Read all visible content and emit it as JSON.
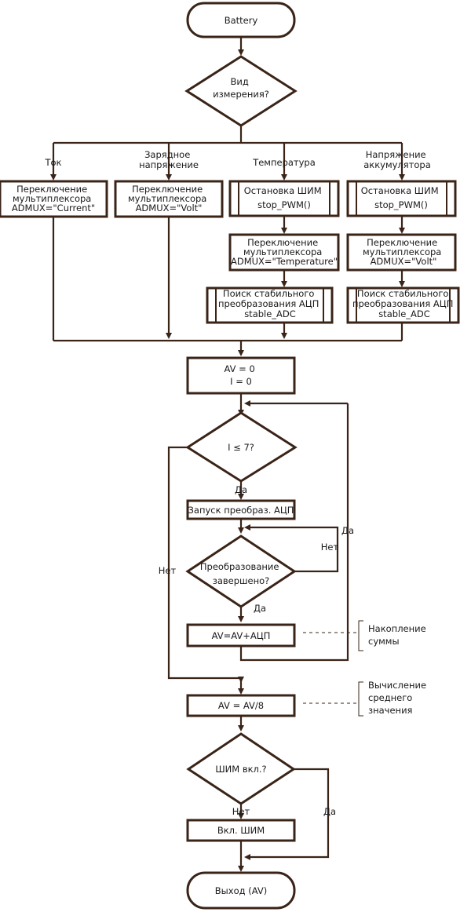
{
  "start": "Battery",
  "decision_measure": [
    "Вид",
    "измерения?"
  ],
  "branch_labels": {
    "current": "Ток",
    "charge_voltage": [
      "Зарядное",
      "напряжение"
    ],
    "temperature": "Температура",
    "battery_voltage": [
      "Напряжение",
      "аккумулятора"
    ]
  },
  "mux_current": [
    "Переключение",
    "мультиплексора",
    "ADMUX=\"Current\""
  ],
  "mux_volt_charge": [
    "Переключение",
    "мультиплексора",
    "ADMUX=\"Volt\""
  ],
  "stop_pwm_temp": [
    "Остановка ШИМ",
    "stop_PWM()"
  ],
  "mux_temperature": [
    "Переключение",
    "мультиплексора",
    "ADMUX=\"Temperature\""
  ],
  "stable_adc_temp": [
    "Поиск стабильного",
    "преобразования АЦП",
    "stable_ADC"
  ],
  "stop_pwm_batt": [
    "Остановка ШИМ",
    "stop_PWM()"
  ],
  "mux_volt_batt": [
    "Переключение",
    "мультиплексора",
    "ADMUX=\"Volt\""
  ],
  "stable_adc_batt": [
    "Поиск стабильного",
    "преобразования АЦП",
    "stable_ADC"
  ],
  "init": [
    "AV = 0",
    "I = 0"
  ],
  "loop_condition": "I ≤ 7?",
  "yes": "Да",
  "no": "Нет",
  "start_adc": "Запуск преобраз. АЦП",
  "conversion_done": [
    "Преобразование",
    "завершено?"
  ],
  "accumulate": "AV=AV+АЦП",
  "note_accumulate": [
    "Накопление",
    "суммы"
  ],
  "average": "AV = AV/8",
  "note_average": [
    "Вычисление",
    "среднего",
    "значения"
  ],
  "pwm_on_question": "ШИМ вкл.?",
  "pwm_on_action": "Вкл. ШИМ",
  "exit": "Выход (AV)",
  "colors": {
    "stroke": "#3a2418",
    "text": "#1a1a1a",
    "background": "#ffffff"
  }
}
